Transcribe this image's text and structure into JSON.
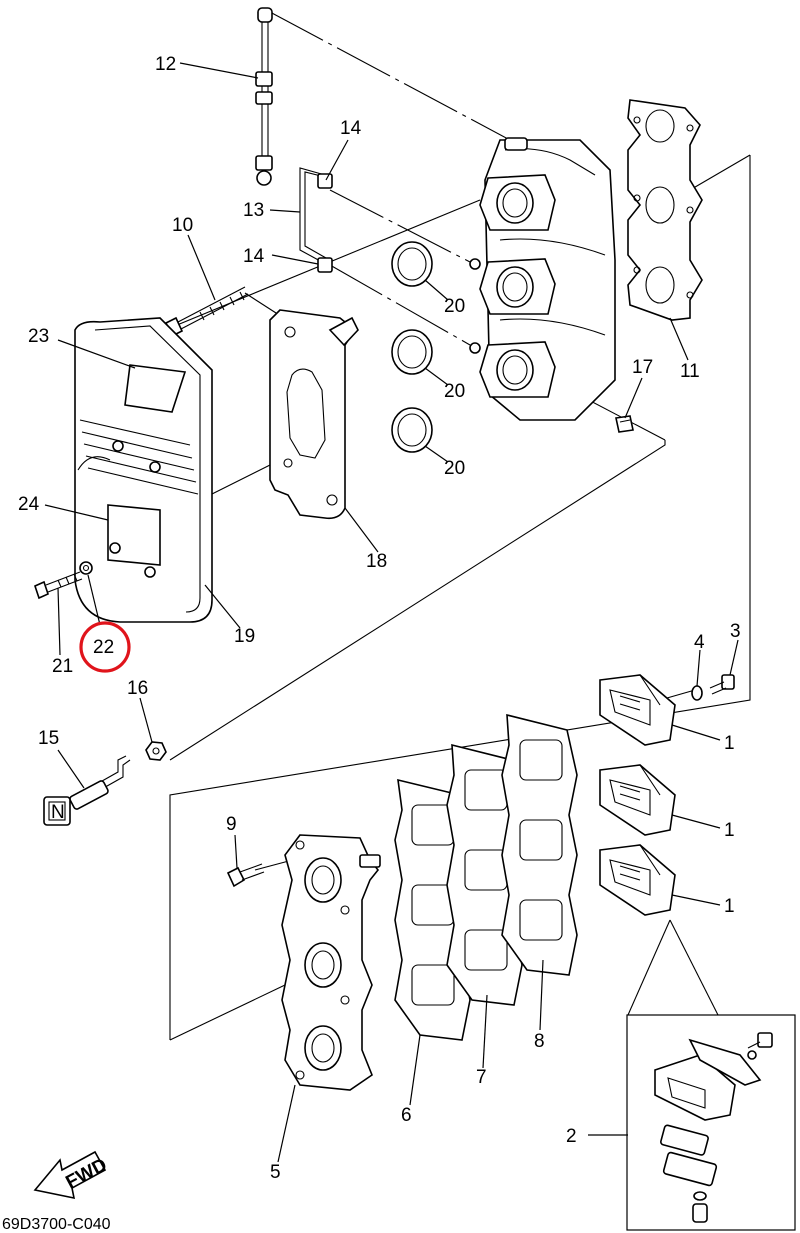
{
  "diagram": {
    "callouts": {
      "c1a": "1",
      "c1b": "1",
      "c1c": "1",
      "c2": "2",
      "c3": "3",
      "c4": "4",
      "c5": "5",
      "c6": "6",
      "c7": "7",
      "c8": "8",
      "c9": "9",
      "c10": "10",
      "c11": "11",
      "c12": "12",
      "c13": "13",
      "c14a": "14",
      "c14b": "14",
      "c15": "15",
      "c16": "16",
      "c17": "17",
      "c18": "18",
      "c19": "19",
      "c20a": "20",
      "c20b": "20",
      "c20c": "20",
      "c21": "21",
      "c22": "22",
      "c23": "23",
      "c24": "24"
    },
    "highlighted_callout": "22",
    "fwd_label": "FWD",
    "knob_letter": "N",
    "diagram_code": "69D3700-C040",
    "highlight_color": "#e0141b",
    "line_color": "#000000"
  }
}
